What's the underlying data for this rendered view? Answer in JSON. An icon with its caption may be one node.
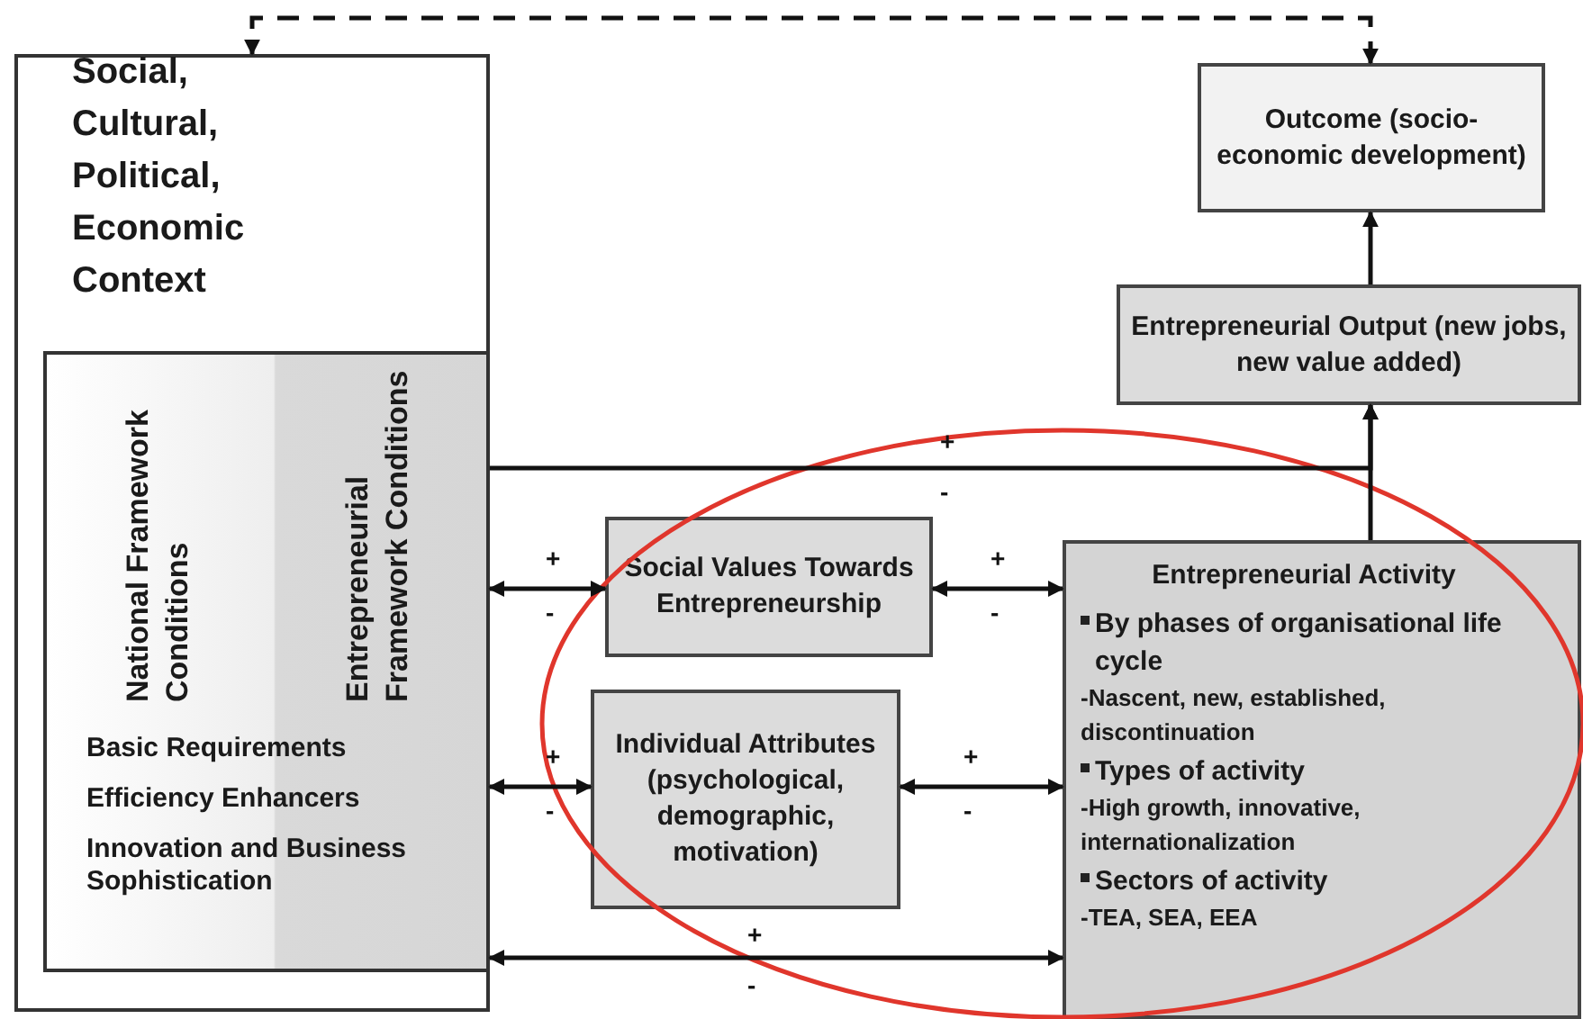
{
  "diagram": {
    "nodes": [
      {
        "text": [
          "Social, Cultural, Political, Economic Context"
        ]
      },
      {
        "text": [
          "Basic Requirements",
          "Efficiency Enhancers",
          "Innovation and Business Sophistication"
        ],
        "in": 0
      },
      {
        "text": [
          "National Framework Conditions"
        ],
        "in": 1
      },
      {
        "text": [
          "Entrepreneurial Framework Conditions"
        ],
        "in": 1
      },
      {
        "text": [
          "Social Values Towards Entrepreneurship"
        ]
      },
      {
        "text": [
          "Individual Attributes (psychological, demographic, motivation)"
        ]
      },
      {
        "text": [
          "Entrepreneurial Activity",
          "By phases of organisational life cycle",
          "-Nascent, new, established, discontinuation",
          "Types of activity",
          "-High growth, innovative, internationalization",
          "Sectors of activity",
          "-TEA, SEA, EEA"
        ]
      },
      {
        "text": [
          "Entrepreneurial Output (new jobs, new value added)"
        ]
      },
      {
        "text": [
          "Outcome (socio-economic development)"
        ]
      }
    ],
    "edges": [
      {
        "from": 8,
        "to": 0,
        "arrow": "both",
        "style": "dashed"
      },
      {
        "from": 7,
        "to": 8,
        "arrow": "to"
      },
      {
        "from": 1,
        "to": 7,
        "arrow": "to"
      },
      {
        "from": 6,
        "to": 7,
        "arrow": "to"
      },
      {
        "from": 1,
        "to": 4,
        "arrow": "both"
      },
      {
        "from": 4,
        "to": 6,
        "arrow": "both"
      },
      {
        "from": 1,
        "to": 5,
        "arrow": "both"
      },
      {
        "from": 5,
        "to": 6,
        "arrow": "both"
      },
      {
        "from": 1,
        "to": 6,
        "arrow": "both"
      }
    ],
    "labels": [
      "+",
      "-",
      "+",
      "+",
      "-",
      "-",
      "+",
      "+",
      "-",
      "-",
      "+",
      "-"
    ]
  }
}
